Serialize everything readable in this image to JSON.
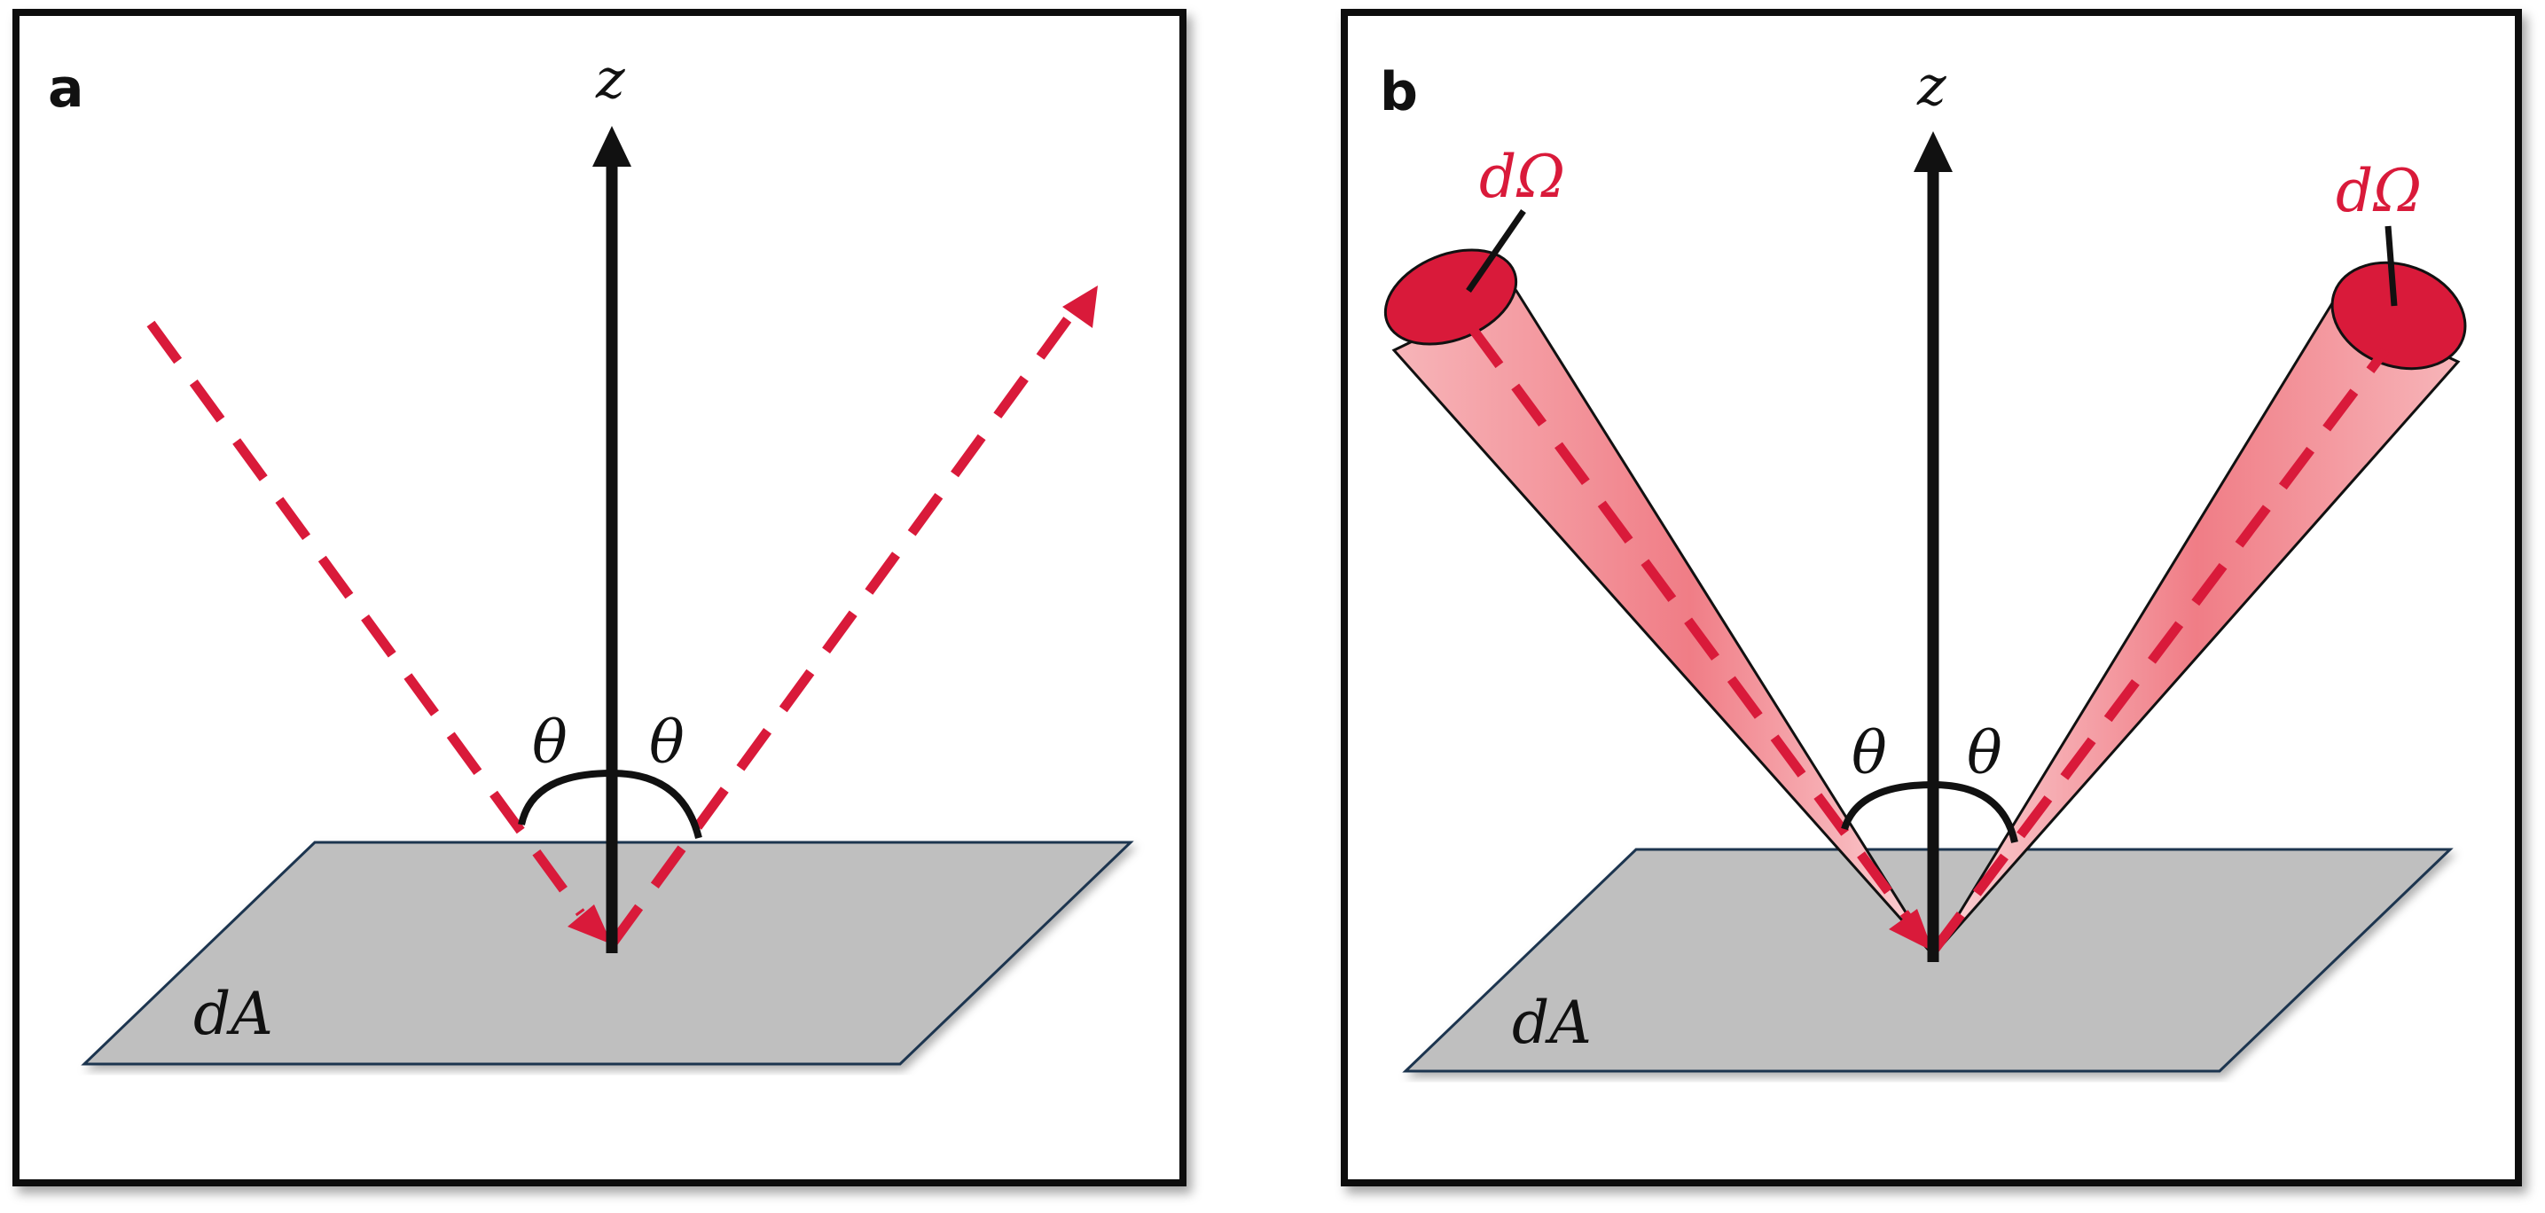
{
  "panels": [
    {
      "label": "a",
      "axis_label": "z",
      "angle_left": "θ",
      "angle_right": "θ",
      "surface_label": "dA"
    },
    {
      "label": "b",
      "axis_label": "z",
      "angle_left": "θ",
      "angle_right": "θ",
      "surface_label": "dA",
      "solid_angle_left": "dΩ",
      "solid_angle_right": "dΩ"
    }
  ],
  "colors": {
    "ray": "#d91a3a",
    "surface_fill": "#bfbfbf",
    "surface_edge": "#1f3450",
    "frame": "#111111"
  }
}
